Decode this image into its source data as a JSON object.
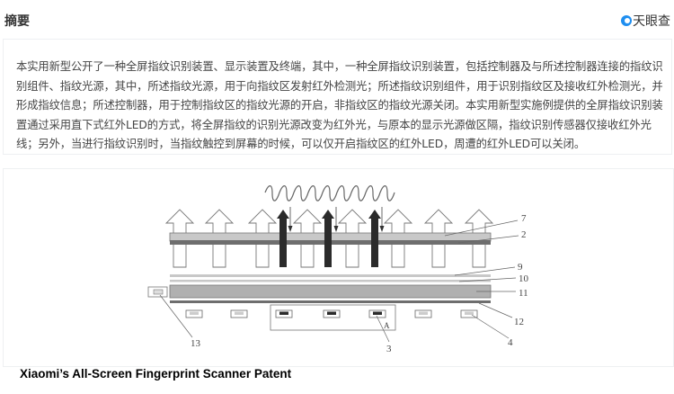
{
  "header": {
    "title": "摘要",
    "logo_text": "天眼查"
  },
  "abstract": "本实用新型公开了一种全屏指纹识别装置、显示装置及终端，其中，一种全屏指纹识别装置，包括控制器及与所述控制器连接的指纹识别组件、指纹光源，其中，所述指纹光源，用于向指纹区发射红外检测光；所述指纹识别组件，用于识别指纹区及接收红外检测光，并形成指纹信息；所述控制器，用于控制指纹区的指纹光源的开启，非指纹区的指纹光源关闭。本实用新型实施例提供的全屏指纹识别装置通过采用直下式红外LED的方式，将全屏指纹的识别光源改变为红外光，与原本的显示光源做区隔，指纹识别传感器仅接收红外光线；另外，当进行指纹识别时，当指纹触控到屏幕的时候，可以仅开启指纹区的红外LED，周遭的红外LED可以关闭。",
  "figure": {
    "labels": {
      "l7": "7",
      "l2": "2",
      "l9": "9",
      "l10": "10",
      "l11": "11",
      "l12": "12",
      "l4": "4",
      "l3": "3",
      "l13": "13",
      "lA": "A"
    }
  },
  "caption": "Xiaomi’s All-Screen Fingerprint Scanner Patent",
  "colors": {
    "logo": "#1e8ef0",
    "layer_light": "#c8c8c8",
    "layer_dark": "#6e6e6e",
    "arrow_dark": "#2b2b2b"
  }
}
